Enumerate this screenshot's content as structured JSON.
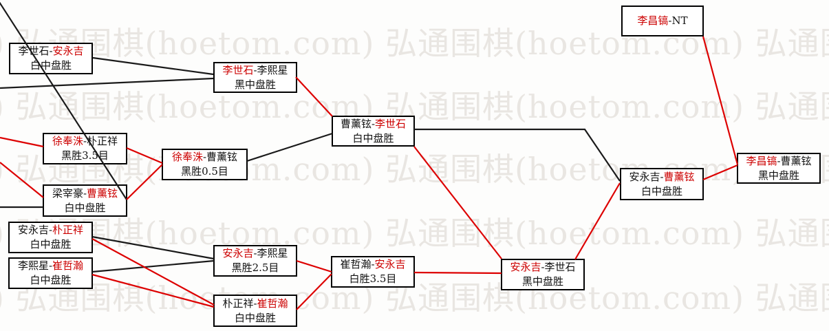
{
  "diagram": {
    "watermark_text": "弘通围棋(hoetom.com)",
    "colors": {
      "winner_text": "#cc0000",
      "loser_text": "#111111",
      "line_red": "#dd0000",
      "line_black": "#1a1a1a",
      "box_border": "#000000",
      "box_background": "#ffffff",
      "watermark": "#e9e6e2"
    },
    "nodes": [
      {
        "id": "lss-ayj",
        "p1": "李世石",
        "p2": "安永吉",
        "winner": "p2",
        "result": "白中盘胜"
      },
      {
        "id": "lss-lxx",
        "p1": "李世石",
        "p2": "李熙星",
        "winner": "p1",
        "result": "黑中盘胜"
      },
      {
        "id": "xfz-pzx",
        "p1": "徐奉洙",
        "p2": "朴正祥",
        "winner": "p1",
        "result": "黑胜3.5目"
      },
      {
        "id": "lzh-cxx",
        "p1": "梁宰豪",
        "p2": "曹薰铉",
        "winner": "p2",
        "result": "白中盘胜"
      },
      {
        "id": "xfz-cxx",
        "p1": "徐奉洙",
        "p2": "曹薰铉",
        "winner": "p1",
        "result": "黑胜0.5目"
      },
      {
        "id": "cxx-lss",
        "p1": "曹薰铉",
        "p2": "李世石",
        "winner": "p2",
        "result": "白中盘胜"
      },
      {
        "id": "ayj-pzx",
        "p1": "安永吉",
        "p2": "朴正祥",
        "winner": "p2",
        "result": "白中盘胜"
      },
      {
        "id": "lxx-czh",
        "p1": "李熙星",
        "p2": "崔哲瀚",
        "winner": "p2",
        "result": "白中盘胜"
      },
      {
        "id": "ayj-lxx",
        "p1": "安永吉",
        "p2": "李熙星",
        "winner": "p1",
        "result": "黑胜2.5目"
      },
      {
        "id": "pzx-czh",
        "p1": "朴正祥",
        "p2": "崔哲瀚",
        "winner": "p2",
        "result": "白中盘胜"
      },
      {
        "id": "czh-ayj",
        "p1": "崔哲瀚",
        "p2": "安永吉",
        "winner": "p2",
        "result": "白胜3.5目"
      },
      {
        "id": "ayj-lss",
        "p1": "安永吉",
        "p2": "李世石",
        "winner": "p1",
        "result": "黑中盘胜"
      },
      {
        "id": "ayj-cxx",
        "p1": "安永吉",
        "p2": "曹薰铉",
        "winner": "p2",
        "result": "白中盘胜"
      },
      {
        "id": "lch-nt",
        "p1": "李昌镐",
        "p2": "NT",
        "winner": "p1",
        "result": ""
      },
      {
        "id": "lch-cxx",
        "p1": "李昌镐",
        "p2": "曹薰铉",
        "winner": "p1",
        "result": "黑中盘胜"
      }
    ],
    "edges": [
      {
        "from": "lss-ayj",
        "to": "lss-lxx",
        "color": "black"
      },
      {
        "from": "offscreen-left-a",
        "to": "lss-lxx",
        "color": "black"
      },
      {
        "from": "lss-lxx",
        "to": "cxx-lss",
        "color": "red"
      },
      {
        "from": "offscreen-top",
        "to": "lzh-cxx",
        "color": "black"
      },
      {
        "from": "offscreen-left-b",
        "to": "xfz-pzx",
        "color": "red"
      },
      {
        "from": "offscreen-left-c",
        "to": "lzh-cxx",
        "color": "red"
      },
      {
        "from": "offscreen-left-d",
        "to": "lzh-cxx",
        "color": "black"
      },
      {
        "from": "xfz-pzx",
        "to": "xfz-cxx",
        "color": "red"
      },
      {
        "from": "lzh-cxx",
        "to": "xfz-cxx",
        "color": "red"
      },
      {
        "from": "xfz-cxx",
        "to": "cxx-lss",
        "color": "black"
      },
      {
        "from": "cxx-lss",
        "to": "ayj-cxx",
        "color": "black"
      },
      {
        "from": "cxx-lss",
        "to": "ayj-lss",
        "color": "red"
      },
      {
        "from": "ayj-pzx",
        "to": "ayj-lxx",
        "color": "black"
      },
      {
        "from": "lxx-czh",
        "to": "ayj-lxx",
        "color": "black"
      },
      {
        "from": "ayj-pzx",
        "to": "pzx-czh",
        "color": "red"
      },
      {
        "from": "lxx-czh",
        "to": "pzx-czh",
        "color": "red"
      },
      {
        "from": "ayj-lxx",
        "to": "czh-ayj",
        "color": "red"
      },
      {
        "from": "pzx-czh",
        "to": "czh-ayj",
        "color": "red"
      },
      {
        "from": "czh-ayj",
        "to": "ayj-lss",
        "color": "red"
      },
      {
        "from": "ayj-lss",
        "to": "ayj-cxx",
        "color": "red"
      },
      {
        "from": "ayj-cxx",
        "to": "lch-cxx",
        "color": "red"
      },
      {
        "from": "lch-nt",
        "to": "lch-cxx",
        "color": "red"
      }
    ]
  }
}
